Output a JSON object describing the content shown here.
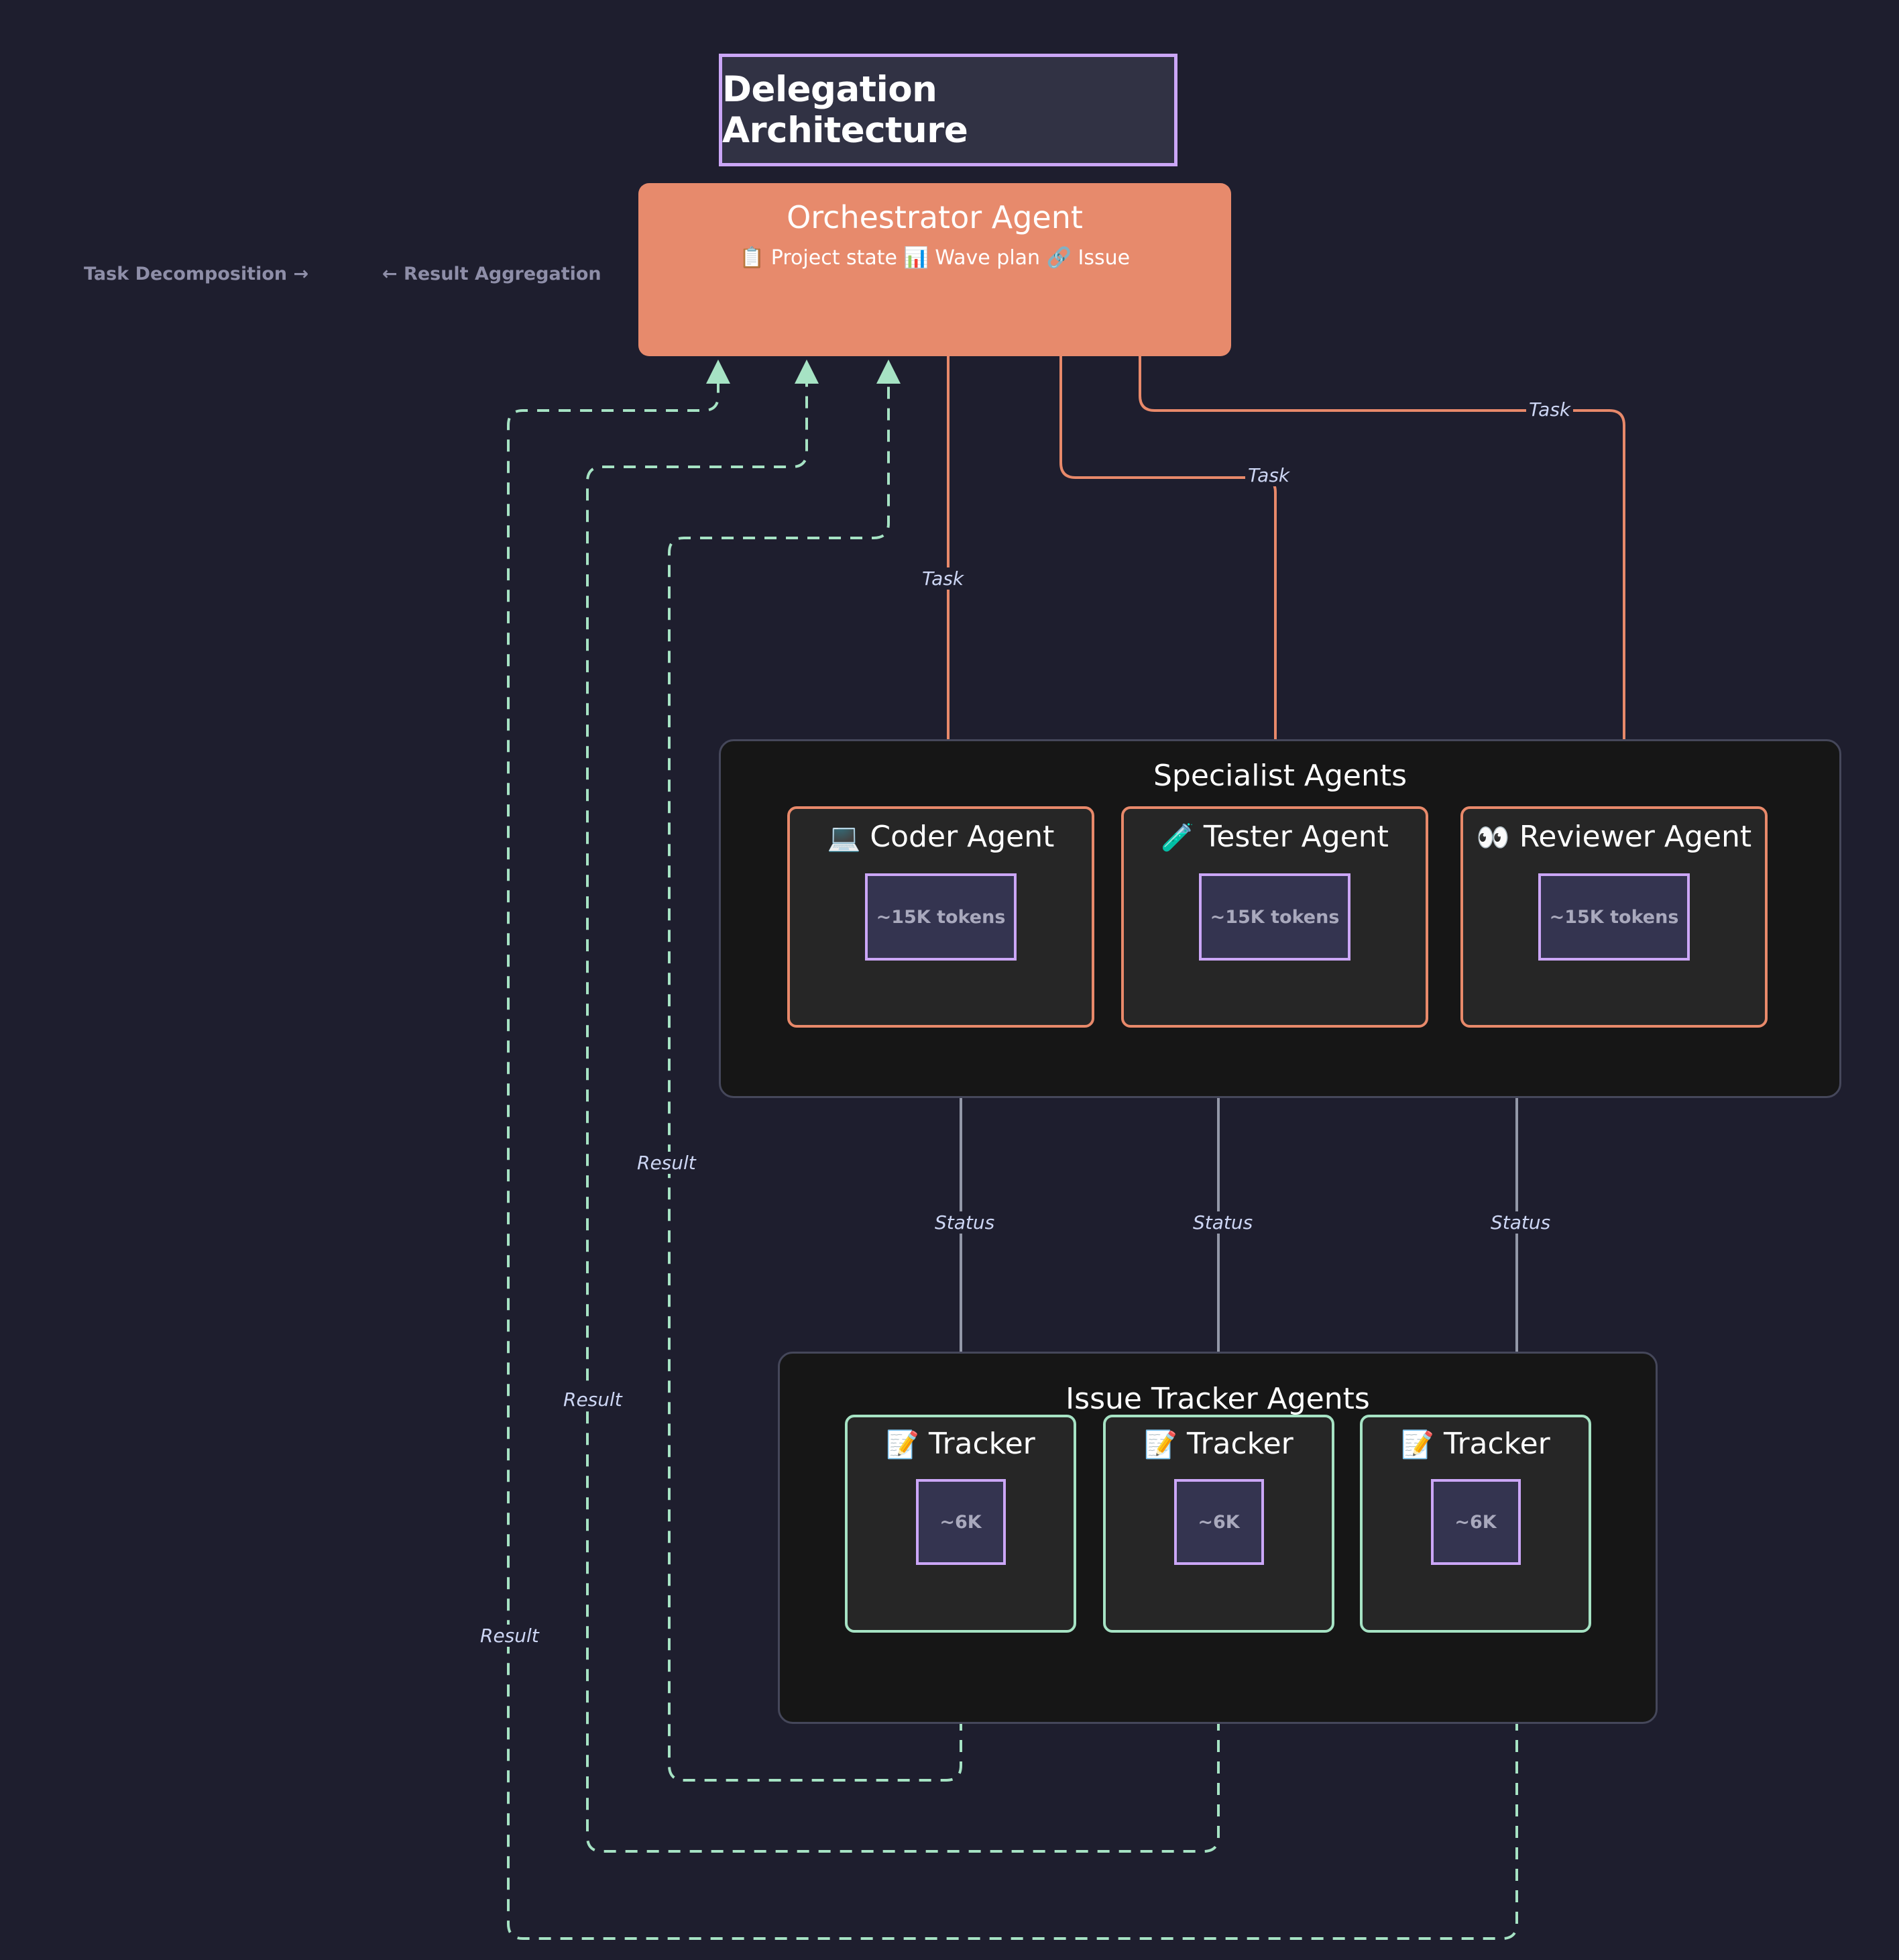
{
  "background_color": "#1e1e2e",
  "title": {
    "text": "Delegation Architecture",
    "border_color": "#cba6f7",
    "fill_color": "#313244"
  },
  "orchestrator": {
    "name": "Orchestrator Agent",
    "subtitle": "📋 Project state 📊 Wave plan 🔗 Issue",
    "fill_color": "#e78a6c",
    "icons": [
      "clipboard-icon",
      "bar-chart-icon",
      "link-icon"
    ]
  },
  "legend": {
    "task_decomposition": "Task Decomposition →",
    "result_aggregation": "← Result Aggregation"
  },
  "specialist_group": {
    "title": "Specialist Agents",
    "border_color": "#45475a",
    "fill_color": "#161616",
    "cards": [
      {
        "emoji": "💻",
        "icon_name": "laptop-icon",
        "label": "Coder Agent",
        "tokens": "~15K tokens",
        "border_color": "#e8896a"
      },
      {
        "emoji": "🧪",
        "icon_name": "test-tube-icon",
        "label": "Tester Agent",
        "tokens": "~15K tokens",
        "border_color": "#e8896a"
      },
      {
        "emoji": "👀",
        "icon_name": "eyes-icon",
        "label": "Reviewer Agent",
        "tokens": "~15K tokens",
        "border_color": "#e8896a"
      }
    ]
  },
  "tracker_group": {
    "title": "Issue Tracker Agents",
    "border_color": "#45475a",
    "fill_color": "#161616",
    "cards": [
      {
        "emoji": "📝",
        "icon_name": "memo-icon",
        "label": "Tracker",
        "tokens": "~6K",
        "border_color": "#a6e3c4"
      },
      {
        "emoji": "📝",
        "icon_name": "memo-icon",
        "label": "Tracker",
        "tokens": "~6K",
        "border_color": "#a6e3c4"
      },
      {
        "emoji": "📝",
        "icon_name": "memo-icon",
        "label": "Tracker",
        "tokens": "~6K",
        "border_color": "#a6e3c4"
      }
    ]
  },
  "edges": {
    "task_color": "#e8896a",
    "status_color": "#9398a8",
    "result_color": "#a6e3c4",
    "task_labels": [
      "Task",
      "Task",
      "Task"
    ],
    "status_labels": [
      "Status",
      "Status",
      "Status"
    ],
    "result_labels": [
      "Result",
      "Result",
      "Result"
    ]
  },
  "token_box": {
    "border_color": "#cba6f7",
    "fill_color": "#343450",
    "text_color": "#a9a9bd"
  }
}
